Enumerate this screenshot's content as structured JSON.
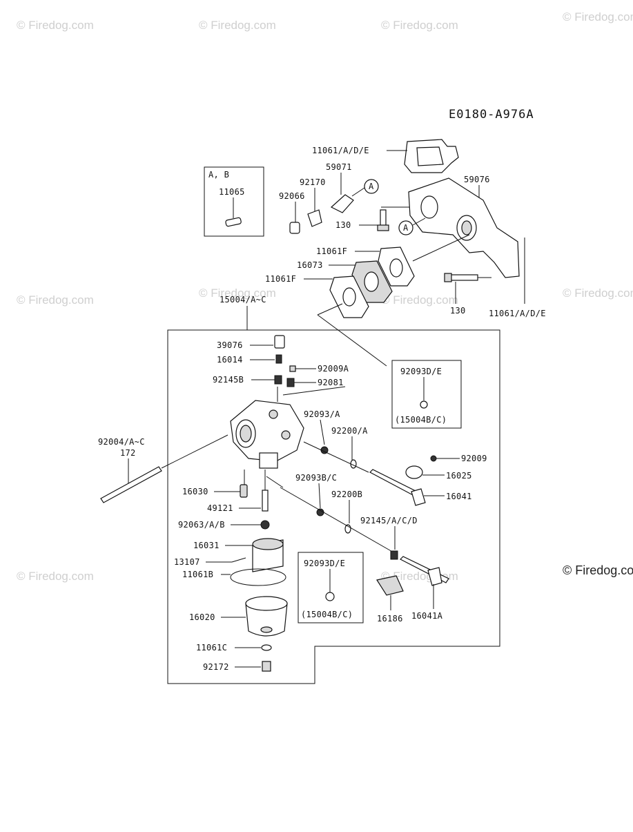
{
  "diagram_code": "E0180-A976A",
  "watermarks": {
    "light": "© Firedog.com",
    "dark": "© Firedog.com"
  },
  "inset_top": {
    "heading": "A, B",
    "part": "11065"
  },
  "inset_right": {
    "part": "92093D/E",
    "note": "(15004B/C)"
  },
  "inset_lower": {
    "part": "92093D/E",
    "note": "(15004B/C)"
  },
  "labels": {
    "p11061ade_top": "11061/A/D/E",
    "p59071": "59071",
    "p92170": "92170",
    "p92066": "92066",
    "p59076": "59076",
    "p130_top": "130",
    "p11061f_top": "11061F",
    "p16073": "16073",
    "p11061f_bot": "11061F",
    "p15004": "15004/A~C",
    "p130_bot": "130",
    "p11061ade_bot": "11061/A/D/E",
    "p39076": "39076",
    "p16014": "16014",
    "p92009a": "92009A",
    "p92145b": "92145B",
    "p92081": "92081",
    "p92093a": "92093/A",
    "p92200a": "92200/A",
    "p92004": "92004/A~C",
    "p172": "172",
    "p92009": "92009",
    "p16025": "16025",
    "p16041": "16041",
    "p16030": "16030",
    "p49121": "49121",
    "p92093bc": "92093B/C",
    "p92200b": "92200B",
    "p92145acd": "92145/A/C/D",
    "p92063": "92063/A/B",
    "p16031": "16031",
    "p13107": "13107",
    "p11061b": "11061B",
    "p16020": "16020",
    "p11061c": "11061C",
    "p92172": "92172",
    "p16186": "16186",
    "p16041a": "16041A",
    "ref_a": "A"
  }
}
